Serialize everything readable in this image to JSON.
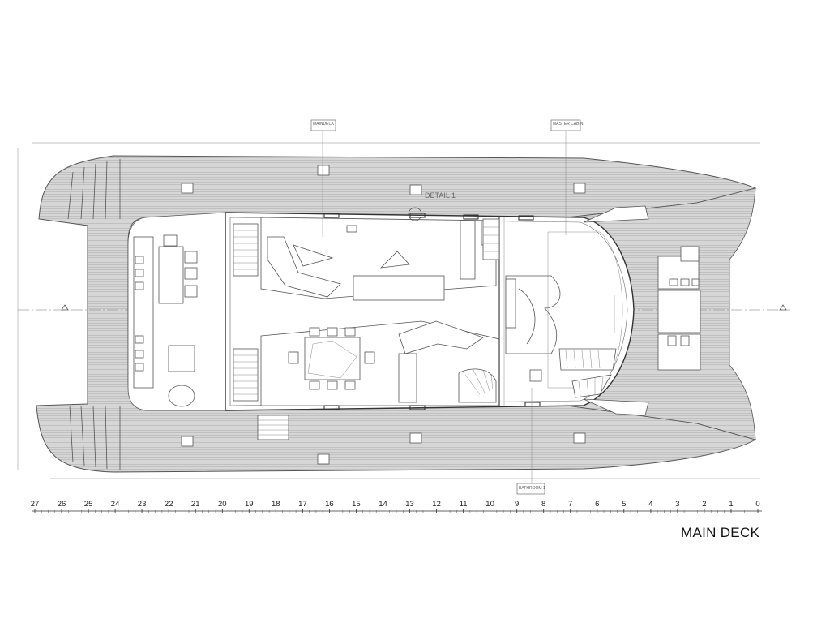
{
  "title": "MAIN DECK",
  "callouts": {
    "maindeck": "MAINDECK",
    "master_cabin": "MASTER CABIN",
    "bathroom": "BATHROOM 1",
    "detail": "DETAIL 1"
  },
  "scale": {
    "labels": [
      "27",
      "26",
      "25",
      "24",
      "23",
      "22",
      "21",
      "20",
      "19",
      "18",
      "17",
      "16",
      "15",
      "14",
      "13",
      "12",
      "11",
      "10",
      "9",
      "8",
      "7",
      "6",
      "5",
      "4",
      "3",
      "2",
      "1",
      "0"
    ]
  },
  "colors": {
    "deck_fill": "#d9d9d9",
    "line": "#555555",
    "background": "#ffffff"
  }
}
